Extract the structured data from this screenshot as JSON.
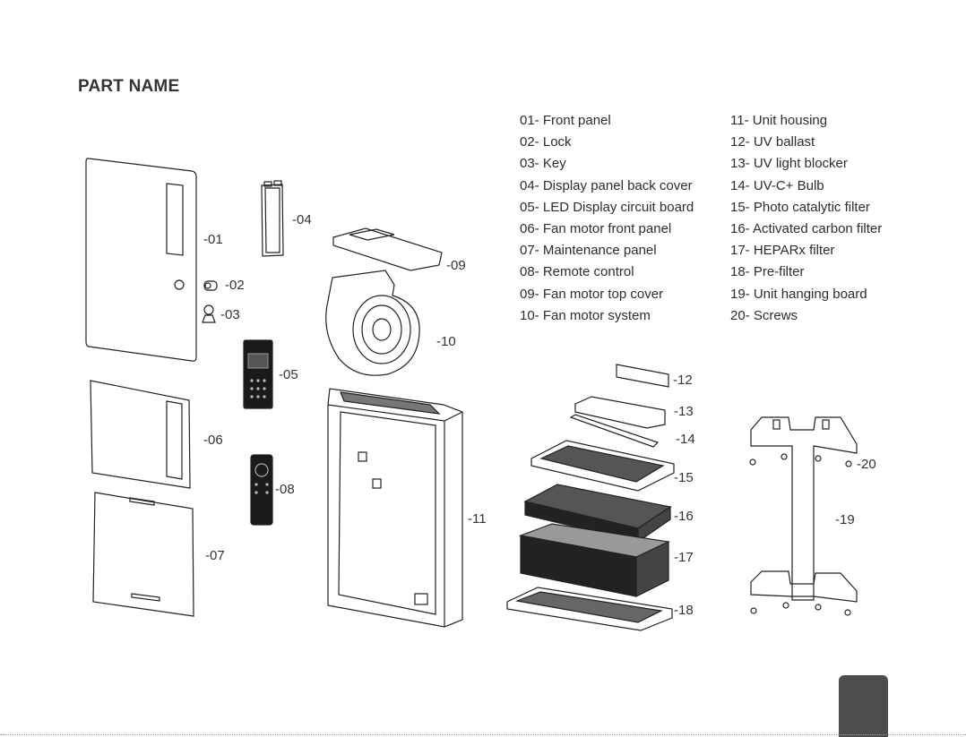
{
  "page_title": "PART NAME",
  "legend_left": [
    "01- Front panel",
    "02- Lock",
    "03- Key",
    "04- Display panel back cover",
    "05- LED Display circuit board",
    "06- Fan motor front panel",
    "07- Maintenance panel",
    "08- Remote control",
    "09- Fan motor top cover",
    "10- Fan motor system"
  ],
  "legend_right": [
    "11- Unit housing",
    "12- UV ballast",
    "13- UV light blocker",
    "14- UV-C+ Bulb",
    "15- Photo catalytic filter",
    "16- Activated carbon filter",
    "17- HEPARx filter",
    "18- Pre-filter",
    "19- Unit hanging board",
    "20- Screws"
  ],
  "callouts": {
    "c01": "-01",
    "c02": "-02",
    "c03": "-03",
    "c04": "-04",
    "c05": "-05",
    "c06": "-06",
    "c07": "-07",
    "c08": "-08",
    "c09": "-09",
    "c10": "-10",
    "c11": "-11",
    "c12": "-12",
    "c13": "-13",
    "c14": "-14",
    "c15": "-15",
    "c16": "-16",
    "c17": "-17",
    "c18": "-18",
    "c19": "-19",
    "c20": "-20"
  }
}
